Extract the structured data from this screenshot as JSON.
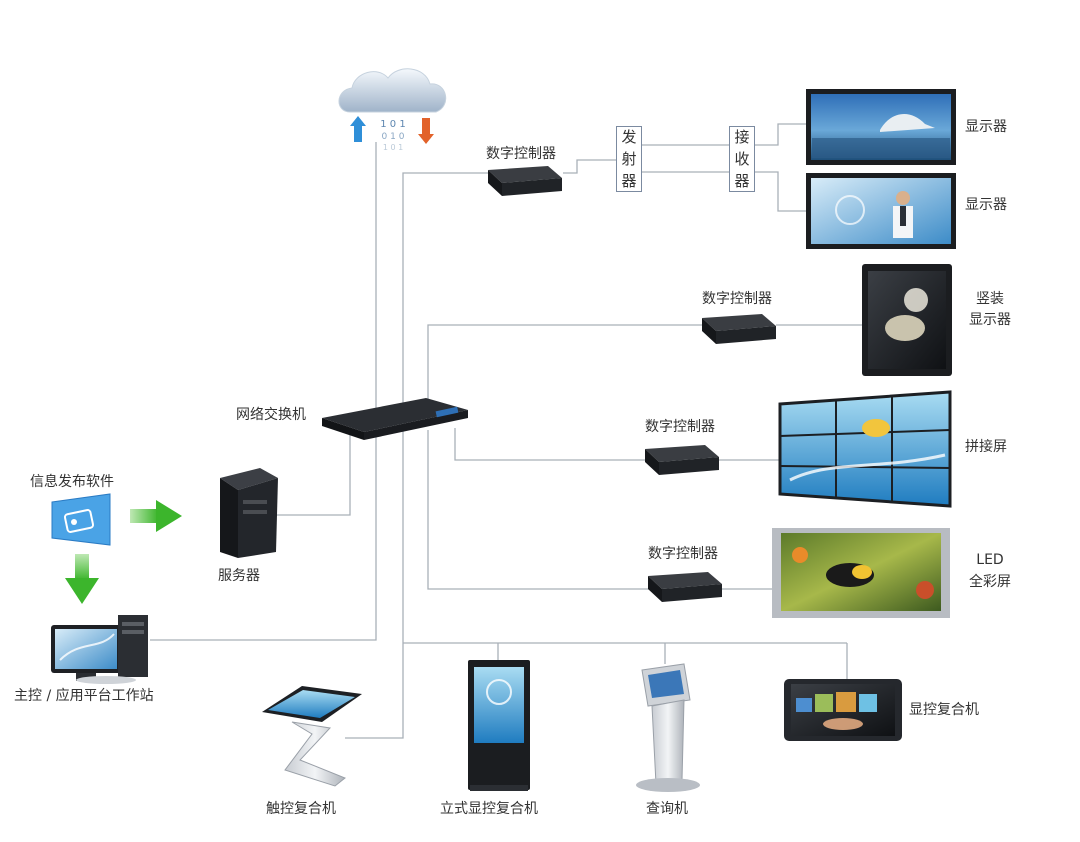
{
  "labels": {
    "controller1": "数字控制器",
    "controller2": "数字控制器",
    "controller3": "数字控制器",
    "controller4": "数字控制器",
    "transmitter": [
      "发",
      "射",
      "器"
    ],
    "receiver": [
      "接",
      "收",
      "器"
    ],
    "display1": "显示器",
    "display2": "显示器",
    "vertical_display_l1": "竖装",
    "vertical_display_l2": "显示器",
    "splice_screen": "拼接屏",
    "led_l1": "LED",
    "led_l2": "全彩屏",
    "network_switch": "网络交换机",
    "publish_software": "信息发布软件",
    "server": "服务器",
    "workstation": "主控 / 应用平台工作站",
    "touch_combo": "触控复合机",
    "standing_combo": "立式显控复合机",
    "kiosk": "查询机",
    "display_combo": "显控复合机"
  },
  "cloud_bits": [
    "1 0 1",
    "0 1 0",
    "1 0 1"
  ],
  "colors": {
    "line": "#a9b0b8",
    "arrow_green": "#4cbb3a",
    "upload_blue": "#2f8fd8",
    "download_orange": "#e2622a"
  }
}
